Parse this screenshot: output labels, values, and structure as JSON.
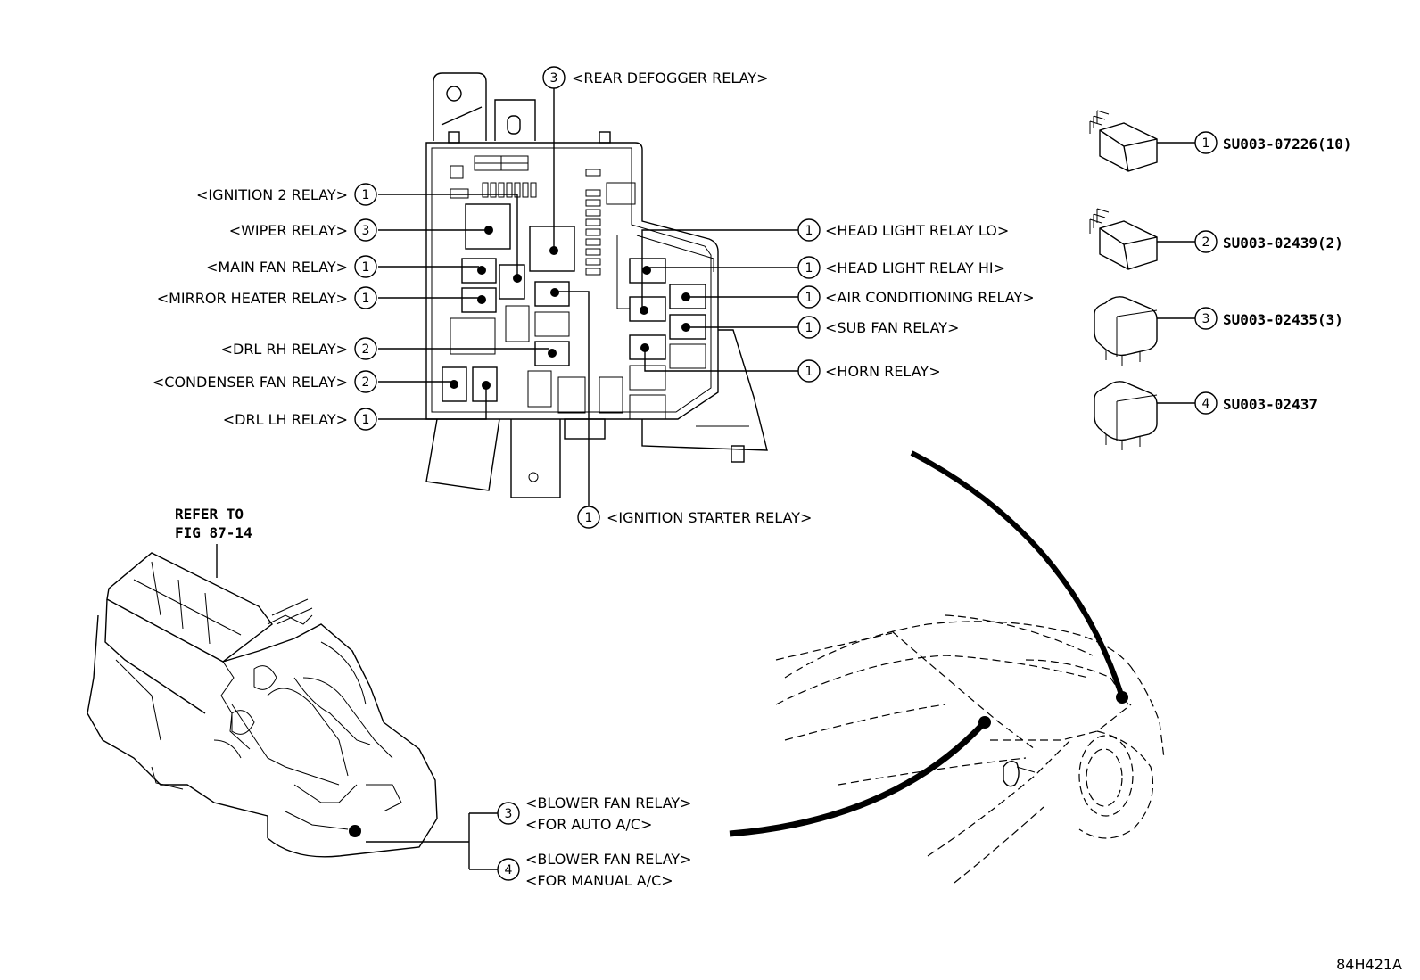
{
  "callouts": {
    "rear_defogger": {
      "num": "3",
      "text": "<REAR DEFOGGER RELAY>"
    },
    "ignition2": {
      "num": "1",
      "text": "<IGNITION 2 RELAY>"
    },
    "wiper": {
      "num": "3",
      "text": "<WIPER RELAY>"
    },
    "main_fan": {
      "num": "1",
      "text": "<MAIN FAN RELAY>"
    },
    "mirror_heater": {
      "num": "1",
      "text": "<MIRROR HEATER RELAY>"
    },
    "drl_rh": {
      "num": "2",
      "text": "<DRL RH RELAY>"
    },
    "condenser_fan": {
      "num": "2",
      "text": "<CONDENSER FAN RELAY>"
    },
    "drl_lh": {
      "num": "1",
      "text": "<DRL LH RELAY>"
    },
    "head_light_lo": {
      "num": "1",
      "text": "<HEAD LIGHT RELAY LO>"
    },
    "head_light_hi": {
      "num": "1",
      "text": "<HEAD LIGHT RELAY HI>"
    },
    "air_conditioning": {
      "num": "1",
      "text": "<AIR CONDITIONING RELAY>"
    },
    "sub_fan": {
      "num": "1",
      "text": "<SUB FAN RELAY>"
    },
    "horn": {
      "num": "1",
      "text": "<HORN RELAY>"
    },
    "ignition_starter": {
      "num": "1",
      "text": "<IGNITION STARTER RELAY>"
    },
    "blower_auto": {
      "num": "3",
      "line1": "<BLOWER FAN RELAY>",
      "line2": "<FOR AUTO A/C>"
    },
    "blower_manual": {
      "num": "4",
      "line1": "<BLOWER FAN RELAY>",
      "line2": "<FOR MANUAL A/C>"
    }
  },
  "refer": {
    "line1": "REFER TO",
    "line2": "FIG 87-14"
  },
  "legend": [
    {
      "num": "1",
      "part": "SU003-07226(10)"
    },
    {
      "num": "2",
      "part": "SU003-02439(2)"
    },
    {
      "num": "3",
      "part": "SU003-02435(3)"
    },
    {
      "num": "4",
      "part": "SU003-02437"
    }
  ],
  "figure_id": "84H421A"
}
